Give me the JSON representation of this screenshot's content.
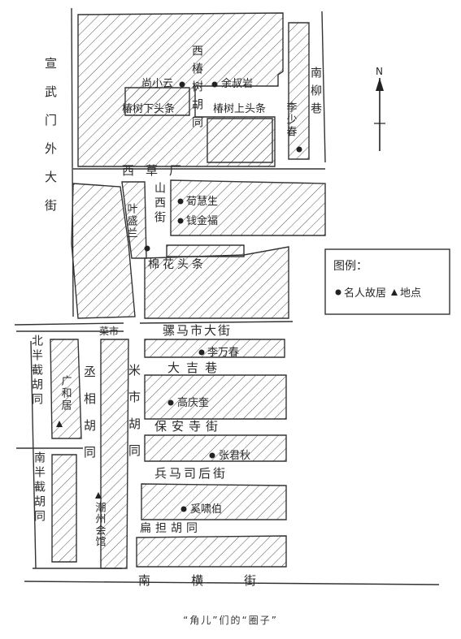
{
  "caption": "“角儿”们的“圈子”",
  "north": "N",
  "legend": {
    "title": "图例：",
    "residence": "名人故居",
    "place": "地点"
  },
  "streets": {
    "xuanwumen": "宣武门外大街",
    "xichunshu": "西椿树胡同",
    "nanliuxiang": "南柳巷",
    "chunshuxiatoutiao": "椿树下头条",
    "chunshushangtoutiao": "椿树上头条",
    "xicaochang": "西草厂",
    "shanxijie": "山西街",
    "mianhuatoutiao": "棉花头条",
    "luomashi": "骡马市大街",
    "caishi": "菜市",
    "beibanjie": "北半截胡同",
    "chengxiang": "丞相胡同",
    "mishi": "米市胡同",
    "dajixiang": "大吉巷",
    "baoansi": "保安寺街",
    "bingmasi": "兵马司后街",
    "biandan": "扁担胡同",
    "nanbanjie": "南半截胡同",
    "nanheng": "南横街"
  },
  "residences": {
    "shangxiaoyun": "尚小云",
    "yushuyan": "余叔岩",
    "lishaochun": "李少春",
    "xunhuisheng": "荀慧生",
    "qianjinfu": "钱金福",
    "yeshenglan": "叶盛兰",
    "liwanchun": "李万春",
    "gaoqingkui": "高庆奎",
    "zhangjunqiu": "张君秋",
    "xiaoxiaopo": "奚啸伯"
  },
  "places": {
    "guanghe": "广和居",
    "chaozhou": "潮州会馆"
  }
}
